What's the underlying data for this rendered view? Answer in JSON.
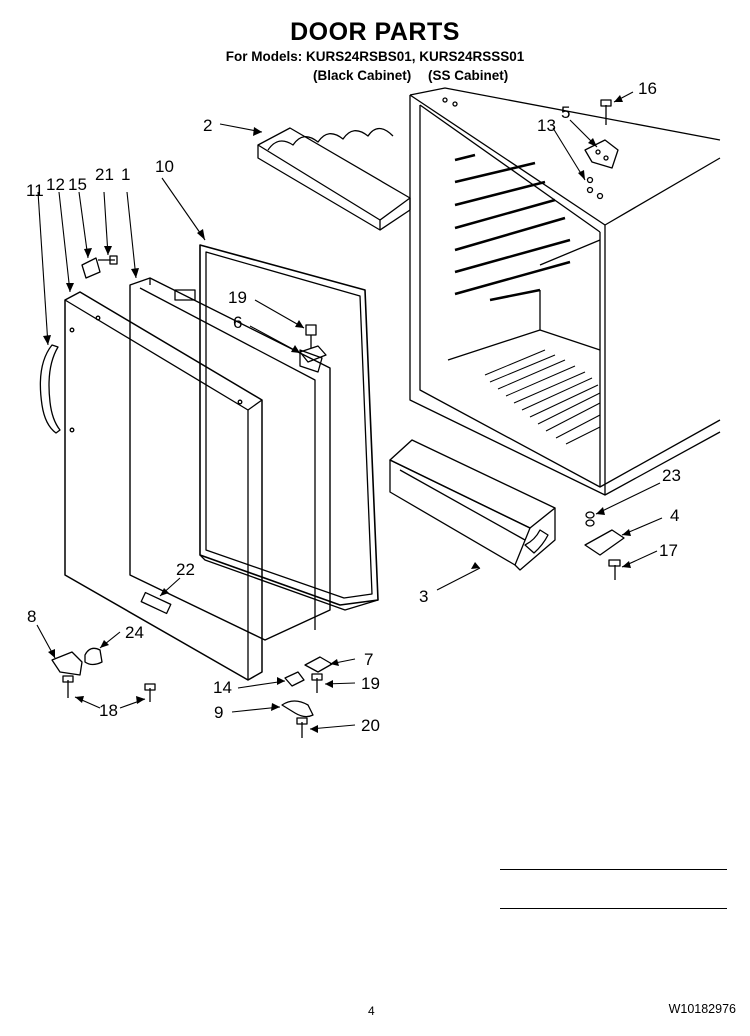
{
  "header": {
    "title": "DOOR PARTS",
    "models_line": "For Models: KURS24RSBS01, KURS24RSSS01",
    "cabinet_black": "(Black Cabinet)",
    "cabinet_ss": "(SS Cabinet)"
  },
  "callouts": [
    "1",
    "2",
    "3",
    "4",
    "5",
    "6",
    "7",
    "8",
    "9",
    "10",
    "11",
    "12",
    "13",
    "14",
    "15",
    "16",
    "17",
    "18",
    "19",
    "19",
    "20",
    "21",
    "22",
    "23",
    "24"
  ],
  "footer": {
    "page_number": "4",
    "document_number": "W10182976"
  }
}
